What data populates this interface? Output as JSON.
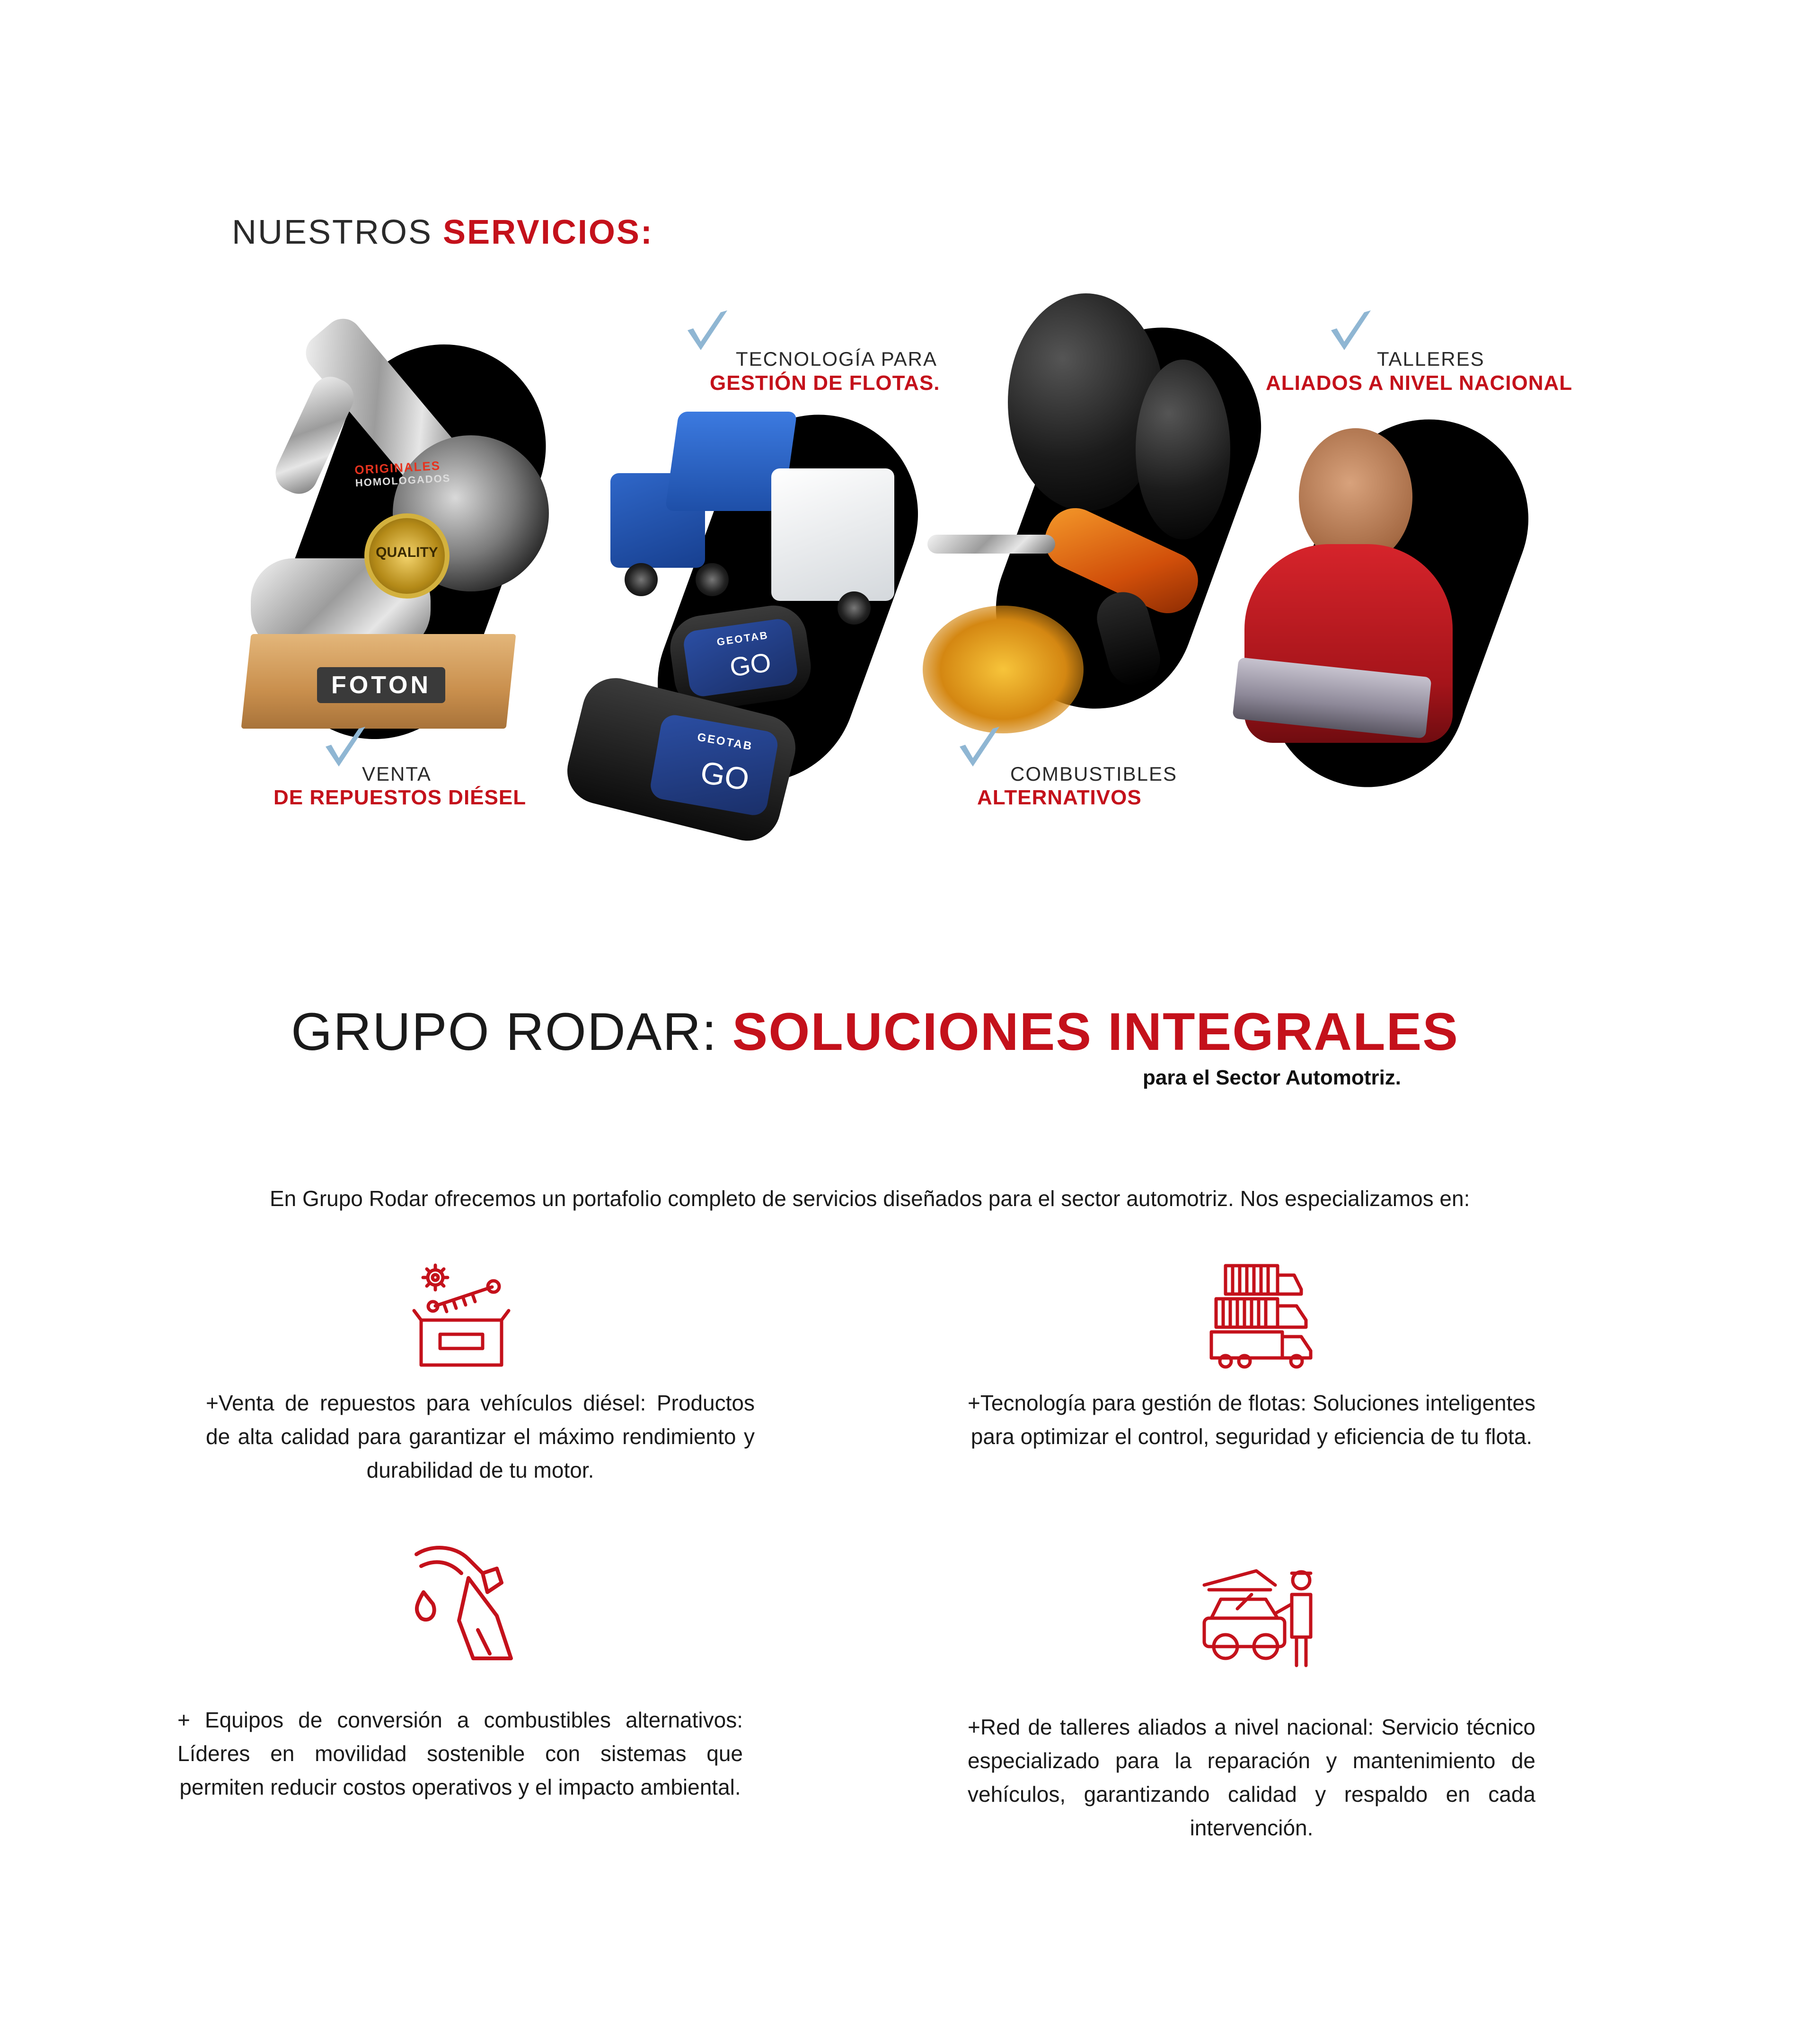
{
  "services": {
    "heading_light": "NUESTROS",
    "heading_bold": "SERVICIOS:",
    "cards": [
      {
        "caption_light": "VENTA",
        "caption_bold": "DE REPUESTOS DIÉSEL",
        "badge_line1": "ORIGINALES",
        "badge_line2": "HOMOLOGADOS",
        "seal_text": "QUALITY",
        "brand": "FOTON"
      },
      {
        "caption_light": "TECNOLOGÍA PARA",
        "caption_bold": "GESTIÓN DE FLOTAS.",
        "device_brand": "GEOTAB",
        "device_model": "GO"
      },
      {
        "caption_light": "COMBUSTIBLES",
        "caption_bold": "ALTERNATIVOS"
      },
      {
        "caption_light": "TALLERES",
        "caption_bold": "ALIADOS A NIVEL NACIONAL"
      }
    ]
  },
  "solutions": {
    "heading_light": "GRUPO RODAR:",
    "heading_bold": "SOLUCIONES INTEGRALES",
    "subheading": "para el Sector Automotriz.",
    "intro": "En Grupo Rodar ofrecemos un portafolio completo de servicios diseñados para el sector automotriz. Nos especializamos en:",
    "features": [
      {
        "icon": "parts-box-icon",
        "text": "+Venta de repuestos para vehículos diésel: Productos de alta calidad para garantizar el máximo rendimiento y durabilidad de tu motor."
      },
      {
        "icon": "fleet-trucks-icon",
        "text": "+Tecnología para gestión de flotas: Soluciones inteligentes para optimizar el control, seguridad y eficiencia de tu flota."
      },
      {
        "icon": "fuel-nozzle-icon",
        "text": "+ Equipos de conversión a combustibles alternativos: Líderes en movilidad sostenible con sistemas que permiten reducir costos operativos y el impacto ambiental."
      },
      {
        "icon": "mechanic-car-icon",
        "text": "+Red de talleres aliados a nivel nacional: Servicio técnico especializado para la reparación y mantenimiento de vehículos, garantizando calidad y respaldo en cada intervención."
      }
    ],
    "accent_color": "#c4111b"
  }
}
